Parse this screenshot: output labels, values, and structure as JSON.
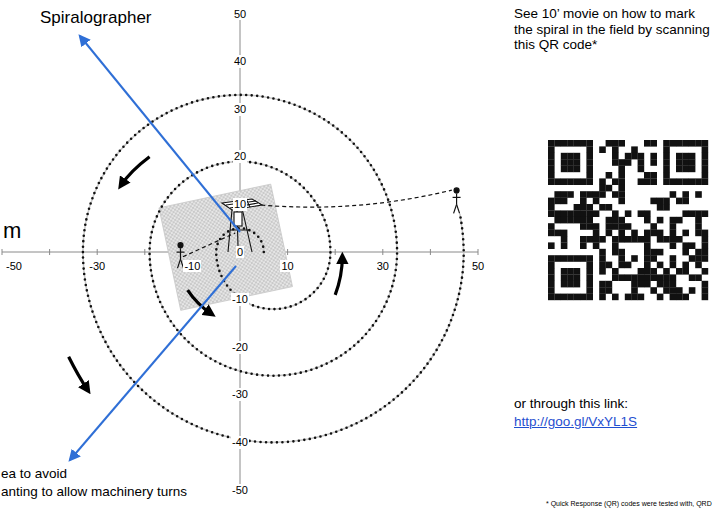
{
  "diagram": {
    "labels": [
      "Spiralographer",
      "m",
      "50",
      "40",
      "30",
      "20",
      "10",
      "0",
      "-10",
      "-20",
      "-30",
      "-40",
      "-50",
      "-50",
      "-30",
      "-10",
      "10",
      "30",
      "50",
      "See 10’ movie on how to mark the spiral in the field by scanning this QR code*",
      "or through this link:",
      "http://goo.gl/VxYL1S",
      "ea to avoid",
      "anting to allow machinery turns",
      "* Quick Response (QR) codes were tested with, QRD"
    ]
  }
}
